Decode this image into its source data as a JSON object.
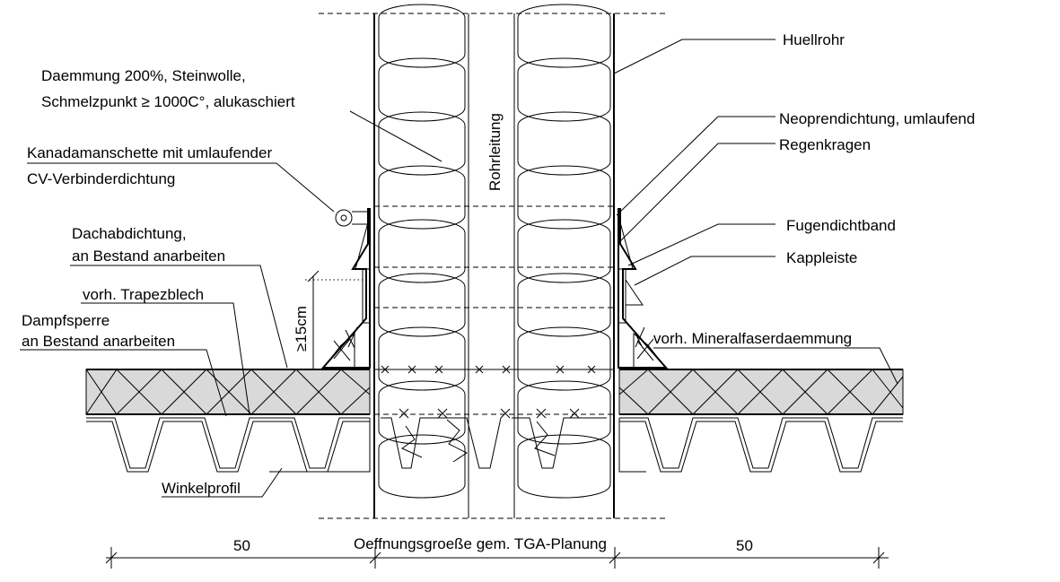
{
  "labels": {
    "huellrohr": "Huellrohr",
    "daemmung_line1": "Daemmung 200%, Steinwolle,",
    "daemmung_line2": "Schmelzpunkt ≥ 1000C°, alukaschiert",
    "neopren": "Neoprendichtung, umlaufend",
    "regenkragen": "Regenkragen",
    "kanada_line1": "Kanadamanschette mit umlaufender",
    "kanada_line2": "CV-Verbinderdichtung",
    "rohrleitung": "Rohrleitung",
    "fugendichtband": "Fugendichtband",
    "dachabdichtung_line1": "Dachabdichtung,",
    "dachabdichtung_line2": "an Bestand anarbeiten",
    "kappleiste": "Kappleiste",
    "trapezblech": "vorh. Trapezblech",
    "dampfsperre_line1": "Dampfsperre",
    "dampfsperre_line2": "an Bestand anarbeiten",
    "mineralfaser": "vorh. Mineralfaserdaemmung",
    "winkelprofil": "Winkelprofil"
  },
  "dimensions": {
    "height": "≥15cm",
    "left_width": "50",
    "opening": "Oeffnungsgroeße gem. TGA-Planung",
    "right_width": "50"
  },
  "colors": {
    "line": "#000000",
    "insulation_fill": "#d9d9d9",
    "background": "#ffffff"
  }
}
